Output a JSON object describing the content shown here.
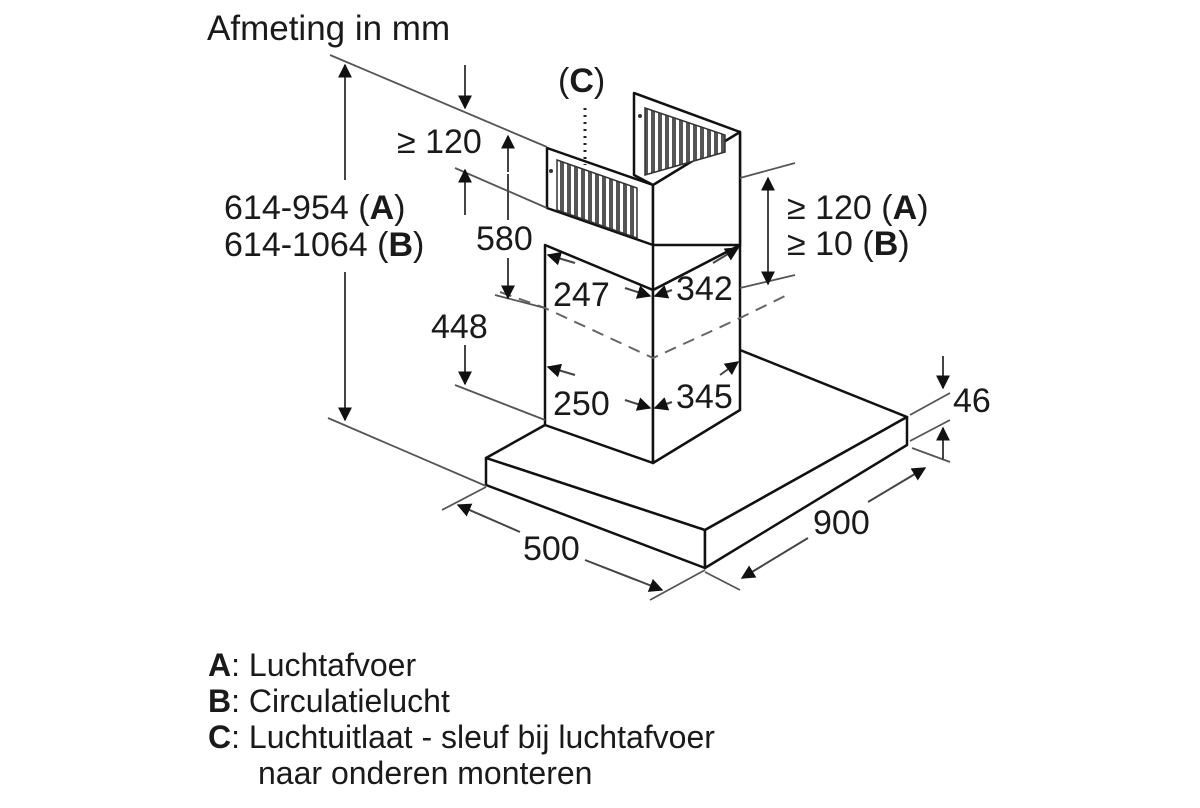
{
  "title": "Afmeting in mm",
  "outlet_marker": {
    "prefix": "(",
    "key": "C",
    "suffix": ")"
  },
  "dimensions": {
    "total_height": {
      "line1": {
        "value": "614-954",
        "key": "A"
      },
      "line2": {
        "value": "614-1064",
        "key": "B"
      }
    },
    "top_clearance_left": "≥ 120",
    "chimney_upper": "580",
    "chimney_lower": "448",
    "top_clearance_right": {
      "line1": {
        "value": "≥ 120",
        "key": "A"
      },
      "line2": {
        "value": "≥ 10",
        "key": "B"
      }
    },
    "upper_width": "247",
    "upper_depth": "342",
    "lower_width": "250",
    "lower_depth": "345",
    "hood_thickness": "46",
    "hood_depth": "500",
    "hood_width": "900"
  },
  "legend": [
    {
      "key": "A",
      "text": "Luchtafvoer"
    },
    {
      "key": "B",
      "text": "Circulatielucht"
    },
    {
      "key": "C",
      "text": "Luchtuitlaat - sleuf bij luchtafvoer",
      "continuation": "naar onderen monteren"
    }
  ],
  "colors": {
    "line": "#111111",
    "dim_line": "#555555",
    "grille": "#444444",
    "background": "#ffffff"
  }
}
